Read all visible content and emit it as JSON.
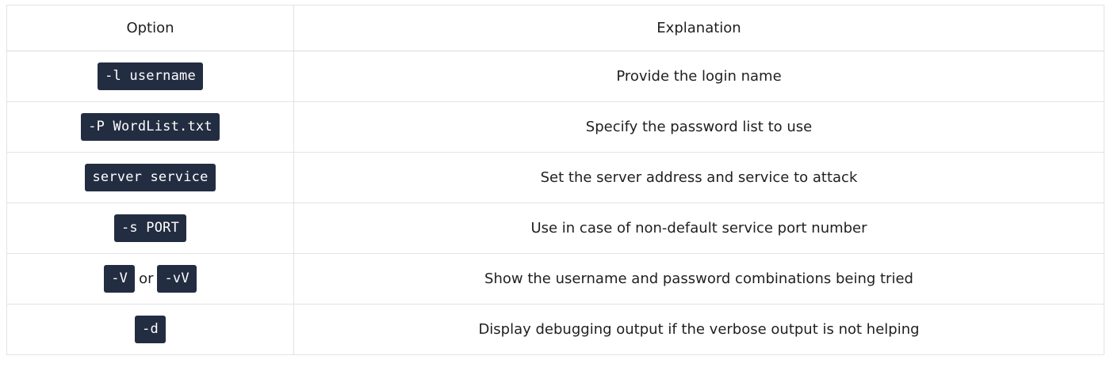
{
  "table": {
    "headers": {
      "option": "Option",
      "explanation": "Explanation"
    },
    "rows": [
      {
        "option": [
          "-l username"
        ],
        "explanation": "Provide the login name"
      },
      {
        "option": [
          "-P WordList.txt"
        ],
        "explanation": "Specify the password list to use"
      },
      {
        "option": [
          "server service"
        ],
        "explanation": "Set the server address and service to attack"
      },
      {
        "option": [
          "-s PORT"
        ],
        "explanation": "Use in case of non-default service port number"
      },
      {
        "option": [
          "-V",
          "-vV"
        ],
        "separator": "or",
        "explanation": "Show the username and password combinations being tried"
      },
      {
        "option": [
          "-d"
        ],
        "explanation": "Display debugging output if the verbose output is not helping"
      }
    ]
  }
}
